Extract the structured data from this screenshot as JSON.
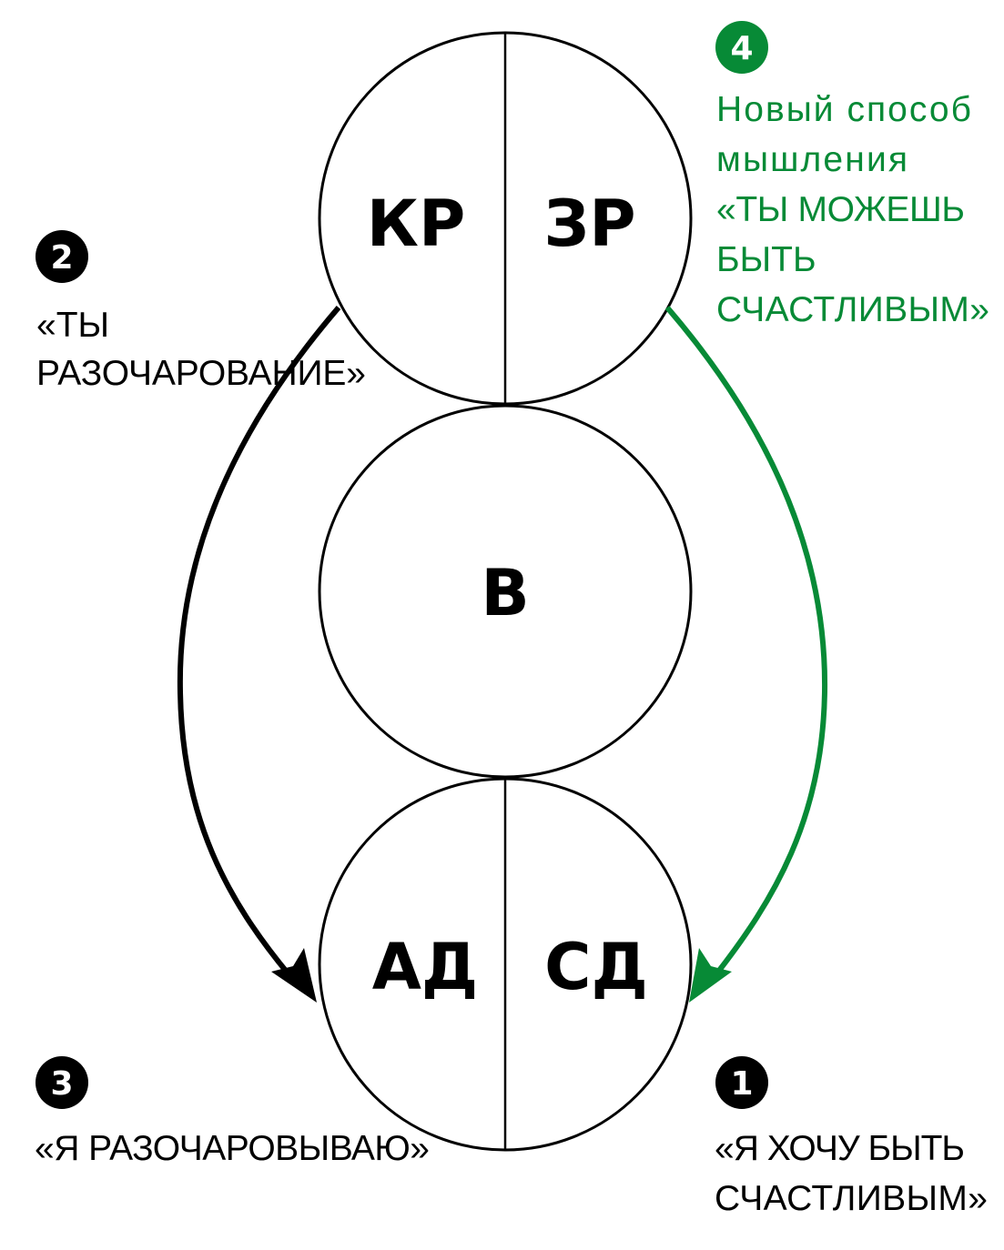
{
  "colors": {
    "green": "#078a36",
    "black": "#000000"
  },
  "circles": {
    "top": {
      "left": "КР",
      "right": "ЗР"
    },
    "middle": {
      "label": "В"
    },
    "bottom": {
      "left": "АД",
      "right": "СД"
    }
  },
  "steps": [
    {
      "number": "1",
      "lines": [
        "«Я ХОЧУ БЫТЬ",
        "СЧАСТЛИВЫМ»"
      ]
    },
    {
      "number": "2",
      "lines": [
        "«ТЫ",
        "РАЗОЧАРОВАНИЕ»"
      ]
    },
    {
      "number": "3",
      "lines": [
        "«Я РАЗОЧАРОВЫВАЮ»"
      ]
    },
    {
      "number": "4",
      "lines": [
        "Новый способ",
        "мышления",
        "«ТЫ МОЖЕШЬ",
        "БЫТЬ",
        "СЧАСТЛИВЫМ»"
      ]
    }
  ]
}
